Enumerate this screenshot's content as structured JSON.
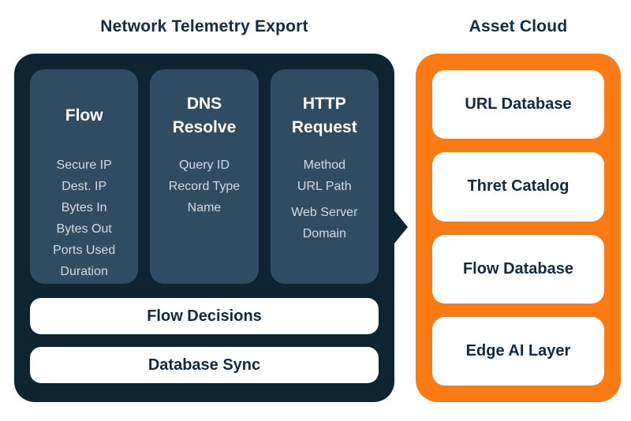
{
  "colors": {
    "background": "#ffffff",
    "panel_navy": "#0d2433",
    "column_slate": "#2e4d63",
    "panel_orange": "#fb7a14",
    "title_text": "#142c40",
    "box_text": "#132a3d",
    "item_text": "#d3dce3"
  },
  "left_section": {
    "title": "Network Telemetry Export",
    "columns": [
      {
        "title": "Flow",
        "items": [
          "Secure IP",
          "Dest. IP",
          "Bytes In",
          "Bytes Out",
          "Ports Used",
          "Duration"
        ]
      },
      {
        "title": "DNS Resolve",
        "items": [
          "Query ID",
          "Record Type",
          "Name"
        ]
      },
      {
        "title": "HTTP Request",
        "items": [
          "Method",
          "URL Path",
          "Web Server Domain"
        ]
      }
    ],
    "bars": [
      "Flow Decisions",
      "Database Sync"
    ]
  },
  "right_section": {
    "title": "Asset Cloud",
    "boxes": [
      "URL Database",
      "Thret Catalog",
      "Flow Database",
      "Edge AI Layer"
    ]
  }
}
